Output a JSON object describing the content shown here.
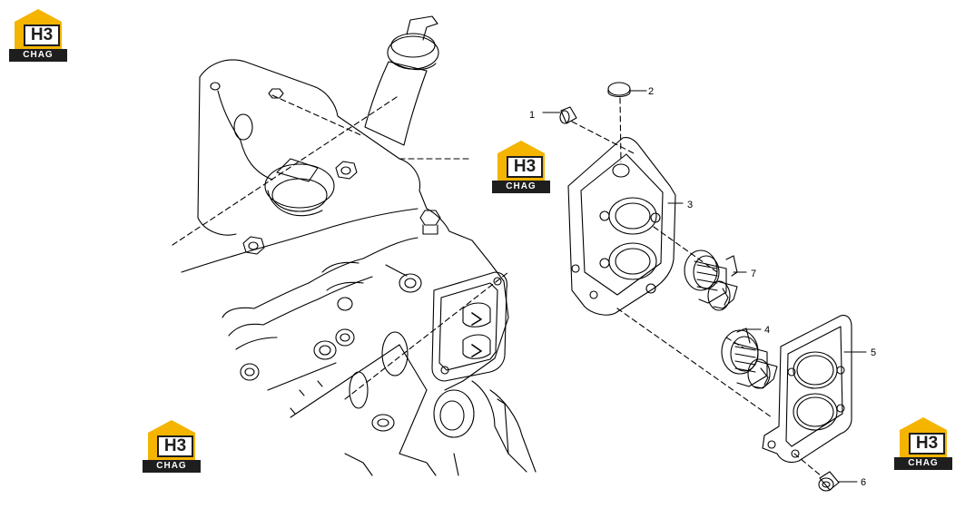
{
  "watermark": {
    "mark": "H3",
    "text": "CHAG",
    "brand_color": "#f4b400",
    "dark_color": "#1e1e1e"
  },
  "callouts": {
    "c1": "1",
    "c2": "2",
    "c3": "3",
    "c4": "4",
    "c5": "5",
    "c6": "6",
    "c7": "7"
  }
}
